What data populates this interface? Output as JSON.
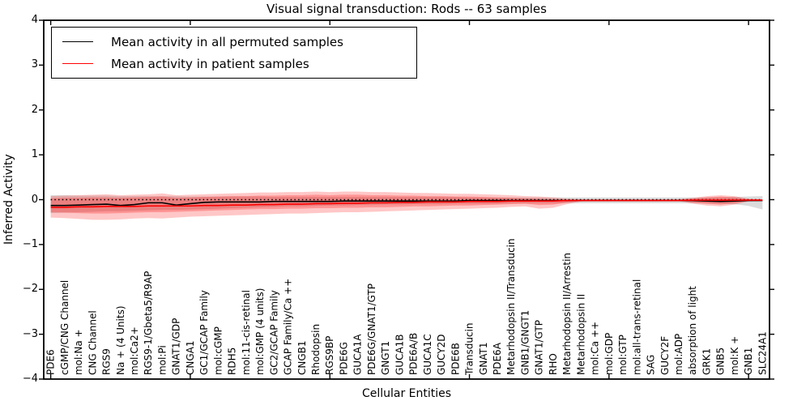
{
  "chart_data": {
    "type": "line",
    "title": "Visual signal transduction: Rods -- 63 samples",
    "xlabel": "Cellular Entities",
    "ylabel": "Inferred Activity",
    "ylim": [
      -4,
      4
    ],
    "yticks": [
      4,
      3,
      2,
      1,
      0,
      -1,
      -2,
      -3,
      -4
    ],
    "ytick_labels": [
      "4",
      "3",
      "2",
      "1",
      "0",
      "−1",
      "−2",
      "−3",
      "−4"
    ],
    "xtick_positions": [
      0,
      10,
      20,
      30,
      40,
      50
    ],
    "grid": false,
    "legend_position": "upper left",
    "zero_line": {
      "value": 0,
      "style": "dotted",
      "color": "#000000"
    },
    "categories": [
      "PDE6",
      "cGMP/CNG Channel",
      "mol:Na +",
      "CNG Channel",
      "RGS9",
      "Na + (4 Units)",
      "mol:Ca2+",
      "RGS9-1/Gbeta5/R9AP",
      "mol:Pi",
      "GNAT1/GDP",
      "CNGA1",
      "GC1/GCAP Family",
      "mol:cGMP",
      "RDH5",
      "mol:11-cis-retinal",
      "mol:GMP (4 units)",
      "GC2/GCAP Family",
      "GCAP Family/Ca ++",
      "CNGB1",
      "Rhodopsin",
      "RGS9BP",
      "PDE6G",
      "GUCA1A",
      "PDE6G/GNAT1/GTP",
      "GNGT1",
      "GUCA1B",
      "PDE6A/B",
      "GUCA1C",
      "GUCY2D",
      "PDE6B",
      "Transducin",
      "GNAT1",
      "PDE6A",
      "Metarhodopsin II/Transducin",
      "GNB1/GNGT1",
      "GNAT1/GTP",
      "RHO",
      "Metarhodopsin II/Arrestin",
      "Metarhodopsin II",
      "mol:Ca ++",
      "mol:GDP",
      "mol:GTP",
      "mol:all-trans-retinal",
      "SAG",
      "GUCY2F",
      "mol:ADP",
      "absorption of light",
      "GRK1",
      "GNB5",
      "mol:K +",
      "GNB1",
      "SLC24A1"
    ],
    "series": [
      {
        "name": "permuted",
        "label": "Mean activity in all permuted samples",
        "color": "#000000",
        "values": [
          -0.13,
          -0.13,
          -0.12,
          -0.11,
          -0.1,
          -0.13,
          -0.11,
          -0.07,
          -0.07,
          -0.12,
          -0.09,
          -0.06,
          -0.05,
          -0.05,
          -0.05,
          -0.05,
          -0.04,
          -0.04,
          -0.04,
          -0.04,
          -0.04,
          -0.03,
          -0.03,
          -0.03,
          -0.03,
          -0.03,
          -0.03,
          -0.03,
          -0.03,
          -0.03,
          -0.02,
          -0.02,
          -0.02,
          -0.02,
          -0.02,
          -0.02,
          -0.02,
          -0.02,
          -0.02,
          -0.02,
          -0.02,
          -0.02,
          -0.02,
          -0.02,
          -0.02,
          -0.02,
          -0.02,
          -0.03,
          -0.04,
          -0.03,
          -0.02,
          -0.02
        ]
      },
      {
        "name": "patient",
        "label": "Mean activity in patient samples",
        "color": "#ff0000",
        "values": [
          -0.17,
          -0.17,
          -0.16,
          -0.16,
          -0.15,
          -0.15,
          -0.15,
          -0.14,
          -0.14,
          -0.14,
          -0.14,
          -0.13,
          -0.13,
          -0.12,
          -0.12,
          -0.11,
          -0.11,
          -0.1,
          -0.1,
          -0.09,
          -0.09,
          -0.08,
          -0.08,
          -0.07,
          -0.07,
          -0.06,
          -0.06,
          -0.05,
          -0.05,
          -0.05,
          -0.04,
          -0.04,
          -0.04,
          -0.03,
          -0.03,
          -0.03,
          -0.03,
          -0.02,
          -0.02,
          -0.02,
          -0.02,
          -0.02,
          -0.02,
          -0.02,
          -0.02,
          -0.02,
          -0.01,
          -0.01,
          -0.01,
          -0.01,
          -0.01,
          -0.01
        ]
      }
    ],
    "bands": [
      {
        "name": "permuted-std",
        "color": "#999999",
        "opacity": 0.35,
        "upper": [
          0.1,
          0.1,
          0.09,
          0.09,
          0.09,
          0.08,
          0.08,
          0.08,
          0.08,
          0.08,
          0.07,
          0.07,
          0.07,
          0.07,
          0.07,
          0.07,
          0.06,
          0.06,
          0.06,
          0.06,
          0.06,
          0.06,
          0.06,
          0.06,
          0.06,
          0.06,
          0.06,
          0.06,
          0.06,
          0.06,
          0.05,
          0.05,
          0.05,
          0.05,
          0.05,
          0.05,
          0.05,
          0.05,
          0.05,
          0.05,
          0.05,
          0.05,
          0.05,
          0.05,
          0.05,
          0.05,
          0.05,
          0.05,
          0.05,
          0.06,
          0.07,
          0.08
        ],
        "lower": [
          -0.3,
          -0.29,
          -0.28,
          -0.27,
          -0.26,
          -0.26,
          -0.25,
          -0.24,
          -0.23,
          -0.23,
          -0.22,
          -0.21,
          -0.2,
          -0.19,
          -0.18,
          -0.17,
          -0.16,
          -0.15,
          -0.15,
          -0.14,
          -0.13,
          -0.13,
          -0.12,
          -0.12,
          -0.11,
          -0.11,
          -0.1,
          -0.1,
          -0.1,
          -0.09,
          -0.09,
          -0.09,
          -0.09,
          -0.08,
          -0.08,
          -0.08,
          -0.08,
          -0.08,
          -0.08,
          -0.08,
          -0.08,
          -0.08,
          -0.08,
          -0.08,
          -0.08,
          -0.08,
          -0.08,
          -0.08,
          -0.09,
          -0.1,
          -0.14,
          -0.22
        ]
      },
      {
        "name": "patient-outer",
        "color": "#ff0000",
        "opacity": 0.22,
        "upper": [
          0.08,
          0.09,
          0.1,
          0.11,
          0.12,
          0.1,
          0.11,
          0.12,
          0.14,
          0.1,
          0.11,
          0.12,
          0.13,
          0.14,
          0.15,
          0.16,
          0.16,
          0.17,
          0.17,
          0.18,
          0.17,
          0.18,
          0.18,
          0.17,
          0.17,
          0.16,
          0.15,
          0.15,
          0.14,
          0.13,
          0.13,
          0.12,
          0.11,
          0.1,
          0.08,
          0.07,
          0.05,
          0.02,
          0.01,
          0.01,
          0.01,
          0.01,
          0.01,
          0.01,
          0.01,
          0.01,
          0.04,
          0.08,
          0.1,
          0.08,
          0.02,
          0.01
        ],
        "lower": [
          -0.4,
          -0.41,
          -0.43,
          -0.45,
          -0.45,
          -0.44,
          -0.42,
          -0.41,
          -0.42,
          -0.4,
          -0.38,
          -0.37,
          -0.36,
          -0.35,
          -0.34,
          -0.33,
          -0.32,
          -0.31,
          -0.31,
          -0.3,
          -0.29,
          -0.28,
          -0.28,
          -0.27,
          -0.26,
          -0.25,
          -0.24,
          -0.23,
          -0.22,
          -0.21,
          -0.2,
          -0.19,
          -0.18,
          -0.16,
          -0.15,
          -0.2,
          -0.18,
          -0.1,
          -0.04,
          -0.03,
          -0.03,
          -0.03,
          -0.03,
          -0.03,
          -0.03,
          -0.03,
          -0.09,
          -0.13,
          -0.15,
          -0.11,
          -0.04,
          -0.03
        ]
      },
      {
        "name": "patient-inner",
        "color": "#ff0000",
        "opacity": 0.25,
        "upper": [
          0.03,
          0.04,
          0.04,
          0.05,
          0.05,
          0.04,
          0.05,
          0.06,
          0.07,
          0.04,
          0.05,
          0.06,
          0.07,
          0.08,
          0.08,
          0.09,
          0.09,
          0.1,
          0.1,
          0.11,
          0.1,
          0.11,
          0.11,
          0.1,
          0.1,
          0.09,
          0.09,
          0.08,
          0.08,
          0.07,
          0.07,
          0.06,
          0.05,
          0.04,
          0.03,
          0.02,
          0.01,
          0.0,
          0.0,
          0.0,
          0.0,
          0.0,
          0.0,
          0.0,
          0.0,
          0.0,
          0.02,
          0.05,
          0.07,
          0.05,
          0.01,
          0.0
        ],
        "lower": [
          -0.28,
          -0.29,
          -0.3,
          -0.31,
          -0.31,
          -0.3,
          -0.29,
          -0.28,
          -0.28,
          -0.27,
          -0.26,
          -0.25,
          -0.24,
          -0.23,
          -0.22,
          -0.21,
          -0.21,
          -0.2,
          -0.2,
          -0.19,
          -0.19,
          -0.18,
          -0.18,
          -0.17,
          -0.17,
          -0.16,
          -0.15,
          -0.15,
          -0.14,
          -0.13,
          -0.13,
          -0.12,
          -0.11,
          -0.1,
          -0.09,
          -0.12,
          -0.11,
          -0.06,
          -0.03,
          -0.02,
          -0.02,
          -0.02,
          -0.02,
          -0.02,
          -0.02,
          -0.02,
          -0.06,
          -0.09,
          -0.11,
          -0.08,
          -0.03,
          -0.02
        ]
      }
    ],
    "legend": {
      "items": [
        {
          "label": "Mean activity in all permuted samples",
          "color": "#000000"
        },
        {
          "label": "Mean activity in patient samples",
          "color": "#ff0000"
        }
      ]
    }
  }
}
